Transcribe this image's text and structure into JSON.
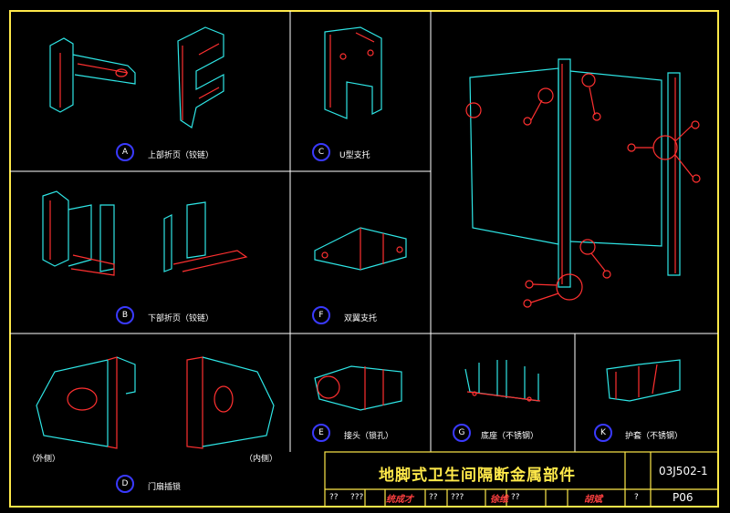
{
  "panels": {
    "A": {
      "letter": "A",
      "caption": "上部折页（铰链）"
    },
    "B": {
      "letter": "B",
      "caption": "下部折页（铰链）"
    },
    "C": {
      "letter": "C",
      "caption": "U型支托"
    },
    "D": {
      "letter": "D",
      "caption": "门扇插锁",
      "left_note": "（外侧）",
      "right_note": "（内侧）"
    },
    "E": {
      "letter": "E",
      "caption": "接头（锁孔）"
    },
    "F": {
      "letter": "F",
      "caption": "双翼支托"
    },
    "G": {
      "letter": "G",
      "caption": "底座（不锈钢）"
    },
    "K": {
      "letter": "K",
      "caption": "护套（不锈钢）"
    }
  },
  "title_block": {
    "title": "地脚式卫生间隔断金属部件",
    "drawing_code": "03J502-1",
    "page": "P06",
    "cells": [
      "??",
      "???",
      "??",
      "???",
      "??",
      "?"
    ],
    "signatures": [
      "统成才",
      "徐维",
      "胡斌"
    ]
  },
  "colors": {
    "frame": "#ffe94a",
    "outline": "#2ee6e6",
    "detail": "#ff3030",
    "badge": "#3a3aff",
    "text": "#ffffff"
  }
}
